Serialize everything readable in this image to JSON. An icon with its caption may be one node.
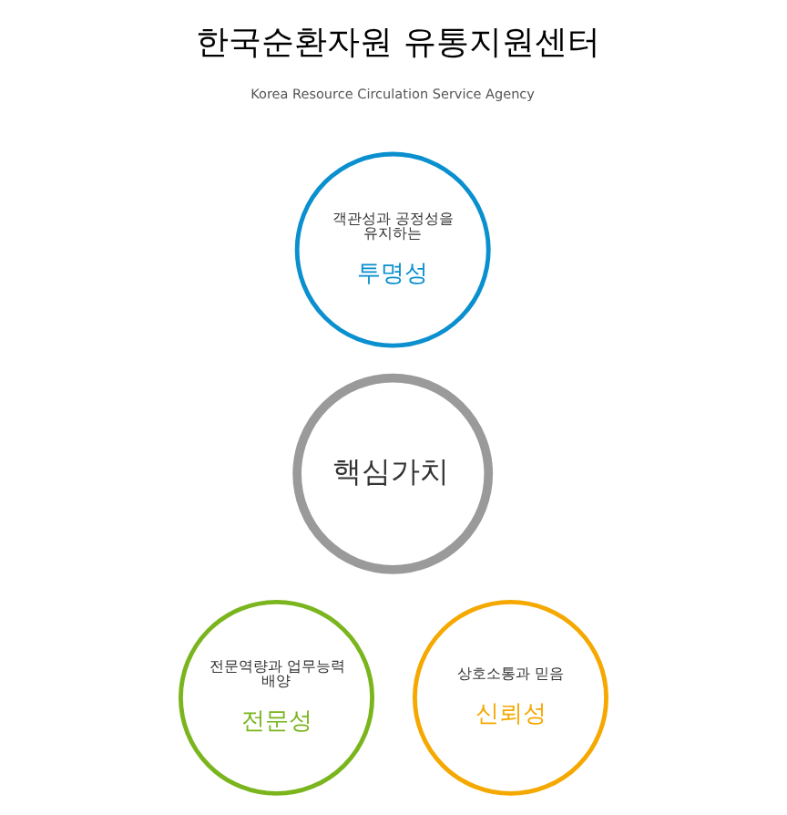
{
  "diagram": {
    "title": "한국순환자원 유통지원센터",
    "nodes": [
      {
        "text": [
          "객관성과 공정성을 유지하는",
          "투명성"
        ]
      },
      {
        "text": [
          "핵심가치"
        ]
      },
      {
        "text": [
          "전문역량과 업무능력 배양",
          "전문성"
        ]
      },
      {
        "text": [
          "상호소통과 믿음",
          "신뢰성"
        ]
      }
    ],
    "labels": [
      "Korea Resource Circulation Service Agency"
    ]
  }
}
